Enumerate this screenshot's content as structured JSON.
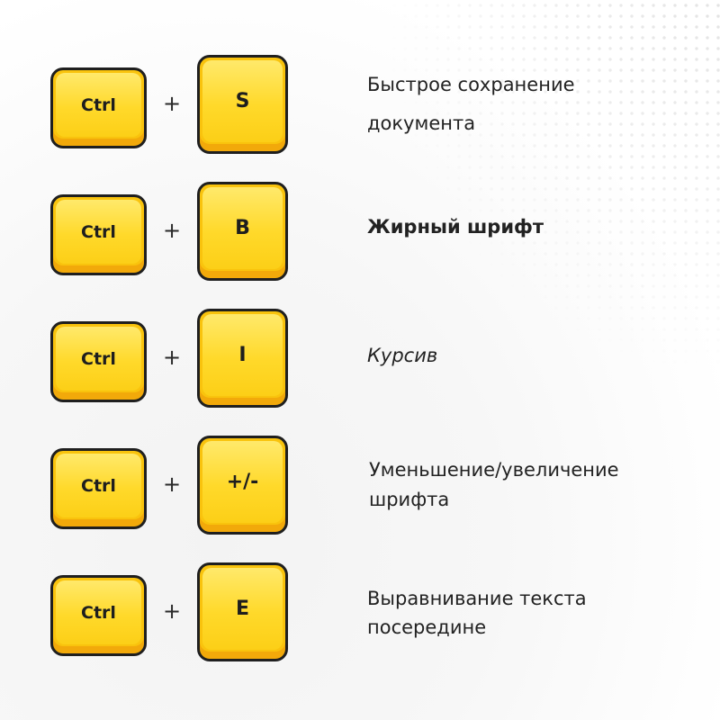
{
  "shortcuts": [
    {
      "modifier": "Ctrl",
      "plus": "+",
      "key": "S",
      "description_line1": "Быстрое сохранение",
      "description_line2": "документа"
    },
    {
      "modifier": "Ctrl",
      "plus": "+",
      "key": "B",
      "description_line1": "Жирный шрифт"
    },
    {
      "modifier": "Ctrl",
      "plus": "+",
      "key": "I",
      "description_line1": "Курсив"
    },
    {
      "modifier": "Ctrl",
      "plus": "+",
      "key": "+/-",
      "description_line1": "Уменьшение/увеличение",
      "description_line2": "шрифта"
    },
    {
      "modifier": "Ctrl",
      "plus": "+",
      "key": "E",
      "description_line1": "Выравнивание текста",
      "description_line2": "посередине"
    }
  ],
  "colors": {
    "key_face": "#ffd92a",
    "key_border": "#1f1f1f",
    "text": "#222222"
  }
}
